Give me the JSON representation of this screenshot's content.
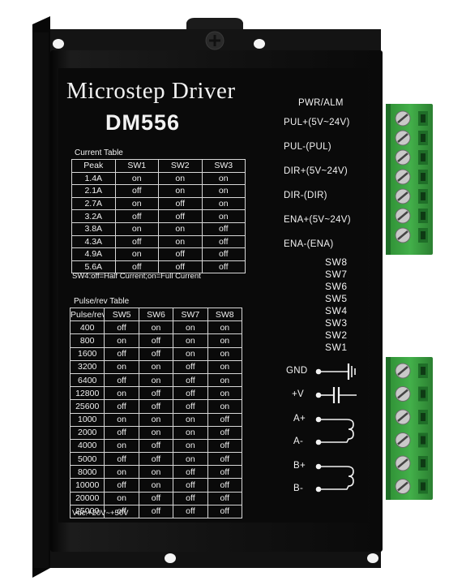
{
  "product": {
    "title": "Microstep Driver",
    "model": "DM556"
  },
  "current_table": {
    "caption": "Current Table",
    "headers": [
      "Peak",
      "SW1",
      "SW2",
      "SW3"
    ],
    "rows": [
      [
        "1.4A",
        "on",
        "on",
        "on"
      ],
      [
        "2.1A",
        "off",
        "on",
        "on"
      ],
      [
        "2.7A",
        "on",
        "off",
        "on"
      ],
      [
        "3.2A",
        "off",
        "off",
        "on"
      ],
      [
        "3.8A",
        "on",
        "on",
        "off"
      ],
      [
        "4.3A",
        "off",
        "on",
        "off"
      ],
      [
        "4.9A",
        "on",
        "off",
        "off"
      ],
      [
        "5.6A",
        "off",
        "off",
        "off"
      ]
    ],
    "note": "SW4:off=Half Current;on=Full Current"
  },
  "pulse_table": {
    "caption": "Pulse/rev Table",
    "headers": [
      "Pulse/rev",
      "SW5",
      "SW6",
      "SW7",
      "SW8"
    ],
    "rows": [
      [
        "400",
        "off",
        "on",
        "on",
        "on"
      ],
      [
        "800",
        "on",
        "off",
        "on",
        "on"
      ],
      [
        "1600",
        "off",
        "off",
        "on",
        "on"
      ],
      [
        "3200",
        "on",
        "on",
        "off",
        "on"
      ],
      [
        "6400",
        "off",
        "on",
        "off",
        "on"
      ],
      [
        "12800",
        "on",
        "off",
        "off",
        "on"
      ],
      [
        "25600",
        "off",
        "off",
        "off",
        "on"
      ],
      [
        "1000",
        "on",
        "on",
        "on",
        "off"
      ],
      [
        "2000",
        "off",
        "on",
        "on",
        "off"
      ],
      [
        "4000",
        "on",
        "off",
        "on",
        "off"
      ],
      [
        "5000",
        "off",
        "off",
        "on",
        "off"
      ],
      [
        "8000",
        "on",
        "on",
        "off",
        "off"
      ],
      [
        "10000",
        "off",
        "on",
        "off",
        "off"
      ],
      [
        "20000",
        "on",
        "off",
        "off",
        "off"
      ],
      [
        "25000",
        "off",
        "off",
        "off",
        "off"
      ]
    ]
  },
  "voltage_note": "Vdc:+20V~+50V",
  "signal_labels": [
    "PWR/ALM",
    "PUL+(5V~24V)",
    "PUL-(PUL)",
    "DIR+(5V~24V)",
    "DIR-(DIR)",
    "ENA+(5V~24V)",
    "ENA-(ENA)"
  ],
  "switch_labels": [
    "SW8",
    "SW7",
    "SW6",
    "SW5",
    "SW4",
    "SW3",
    "SW2",
    "SW1"
  ],
  "power_labels": [
    "GND",
    "+V",
    "A+",
    "A-",
    "B+",
    "B-"
  ],
  "colors": {
    "body": "#151515",
    "panel": "#0b0b0b",
    "text": "#f2f2f2",
    "terminal": "#2f9a3a",
    "terminal_dark": "#1f6e28"
  }
}
